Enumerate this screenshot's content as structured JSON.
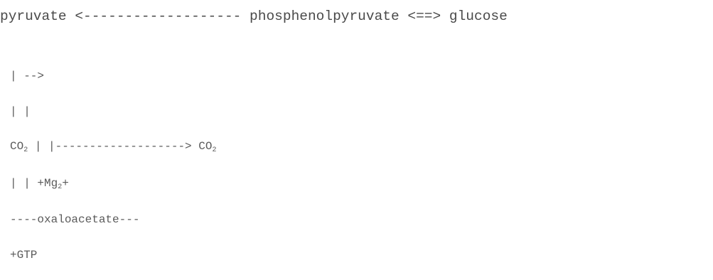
{
  "diagram": {
    "line1": "pyruvate <------------------- phosphenolpyruvate <==> glucose",
    "line2": "| -->",
    "line3": "| |",
    "line4": {
      "left_pre": "CO",
      "left_sub": "2",
      "middle": " | |-------------------> CO",
      "right_sub": "2"
    },
    "line5": {
      "pre": "| | +Mg",
      "sub": "2",
      "post": "+"
    },
    "line6": "----oxaloacetate---",
    "line7": "+GTP"
  }
}
